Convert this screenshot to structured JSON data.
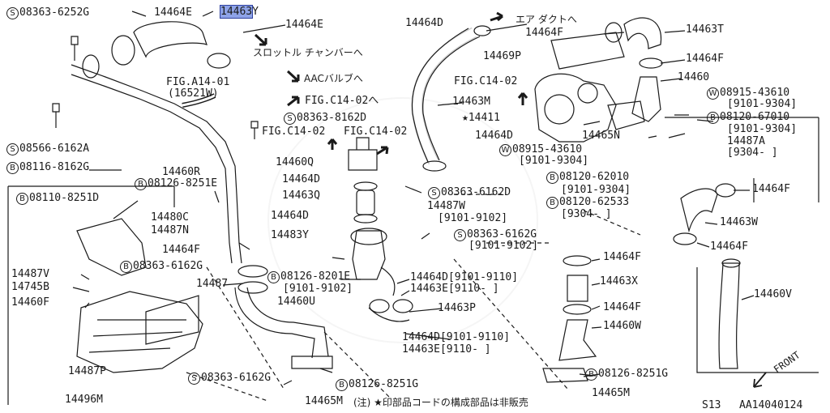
{
  "diagram": {
    "labels": {
      "p14463_y_hl": "14463",
      "y_suffix": "Y",
      "p14464E_top": "14464E",
      "p14464E_b": "14464E",
      "p08363_6252G": "08363-6252G",
      "throttle": "スロットル チャンバーへ",
      "aac": "AACバルブへ",
      "fig_a14": "FIG.A14-01",
      "p16521w": "(16521W)",
      "fig_c14_1": "FIG.C14-02へ",
      "p08363_8162D": "08363-8162D",
      "fig_c14_2": "FIG.C14-02",
      "fig_c14_3": "FIG.C14-02",
      "p08566_6162A": "08566-6162A",
      "p08116_8162G": "08116-8162G",
      "p14460R": "14460R",
      "p08126_8251E": "08126-8251E",
      "p08110_8251D": "08110-8251D",
      "p14480C": "14480C",
      "p14487N": "14487N",
      "p14464F_l": "14464F",
      "p14487V": "14487V",
      "p08363_6162G_l": "08363-6162G",
      "p14745B": "14745B",
      "p14487_l": "14487",
      "p14460F": "14460F",
      "p08126_8201E": "08126-8201E",
      "d9101_9102_a": "[9101-9102]",
      "p14460U": "14460U",
      "p14487P": "14487P",
      "p08363_6162G_b": "08363-6162G",
      "p08126_8251G_b": "08126-8251G",
      "p14496M": "14496M",
      "p14465M_b": "14465M",
      "note": "(注) ★印部品コードの構成部品は非販売",
      "p14464D_top": "14464D",
      "duct": "エア ダクトへ",
      "p14464F_top": "14464F",
      "p14463T": "14463T",
      "p14469P": "14469P",
      "p14464F_r1": "14464F",
      "fig_c14_4": "FIG.C14-02",
      "p14460": "14460",
      "p14463M": "14463M",
      "p14411": "★14411",
      "p08915_43610_a": "08915-43610",
      "d9101_9304_a": "[9101-9304]",
      "p08120_67010": "08120-67010",
      "d9101_9304_b": "[9101-9304]",
      "p14464D_m": "14464D",
      "p14465N": "14465N",
      "p14487A": "14487A",
      "d9304_a": "[9304-    ]",
      "p08915_43610_b": "08915-43610",
      "d9101_9304_c": "[9101-9304]",
      "p14460Q": "14460Q",
      "p14464D_q": "14464D",
      "p14463Q": "14463Q",
      "p08363_6162D": "08363-6162D",
      "p08120_62010": "08120-62010",
      "d9101_9304_d": "[9101-9304]",
      "p08120_62533": "08120-62533",
      "d9304_b": "[9304-    ]",
      "p14464F_r2": "14464F",
      "p14463W": "14463W",
      "p14464F_r3": "14464F",
      "p14464D_w": "14464D",
      "p14487W": "14487W",
      "d9101_9102_b": "[9101-9102]",
      "p14483Y": "14483Y",
      "p08363_6162G_r": "08363-6162G",
      "d9101_9102_c": "[9101-9102]",
      "p14464D_x": "14464D[9101-9110]",
      "p14463E_x": "14463E[9110-   ]",
      "p14463P": "14463P",
      "p14464D_y": "14464D[9101-9110]",
      "p14463E_y": "14463E[9110-   ]",
      "p14464F_c1": "14464F",
      "p14463X": "14463X",
      "p14464F_c2": "14464F",
      "p14460W": "14460W",
      "p08126_8251G_r": "08126-8251G",
      "p14465M_r": "14465M",
      "p14460V": "14460V",
      "front": "FRONT",
      "s13": "S13",
      "code": "AA14040124"
    },
    "symbols": {
      "s": "S",
      "b": "B",
      "w": "W"
    },
    "highlight_color": "#8ea3e8",
    "line_color": "#1a1a1a"
  }
}
